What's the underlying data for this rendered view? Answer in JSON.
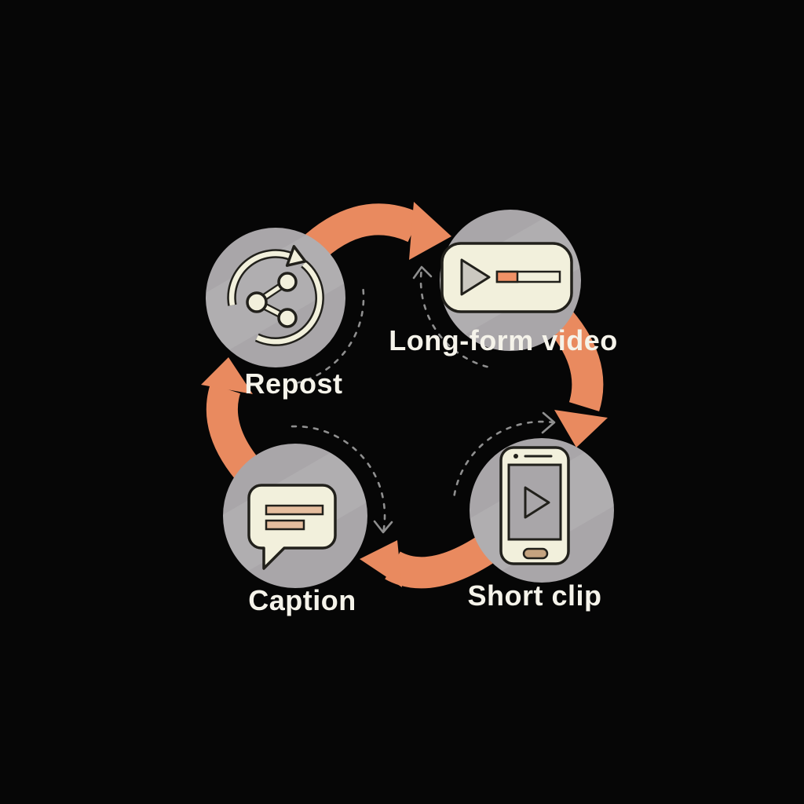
{
  "diagram": {
    "nodes": [
      {
        "id": "repost",
        "label": "Repost",
        "icon": "repost-cycle-icon"
      },
      {
        "id": "long_form_video",
        "label": "Long-form video",
        "icon": "video-player-icon"
      },
      {
        "id": "short_clip",
        "label": "Short clip",
        "icon": "smartphone-play-icon"
      },
      {
        "id": "caption",
        "label": "Caption",
        "icon": "speech-bubble-icon"
      }
    ],
    "arrows": [
      {
        "from": "Repost",
        "to": "Long-form video"
      },
      {
        "from": "Long-form video",
        "to": "Short clip"
      },
      {
        "from": "Short clip",
        "to": "Caption"
      },
      {
        "from": "Caption",
        "to": "Repost"
      }
    ]
  },
  "colors": {
    "background": "#060606",
    "arrow_orange": "#E98A5F",
    "node_gray": "#A9A6A9",
    "icon_cream": "#F2F0DC",
    "outline_dark": "#21201B",
    "label_text": "#F5F3EA",
    "bar_tan": "#E5BD9E",
    "progress_orange": "#F09166",
    "triangle_gray": "#CBC8C0",
    "home_button_tan": "#C4A380",
    "dashed_gray": "#8F8F8F"
  }
}
